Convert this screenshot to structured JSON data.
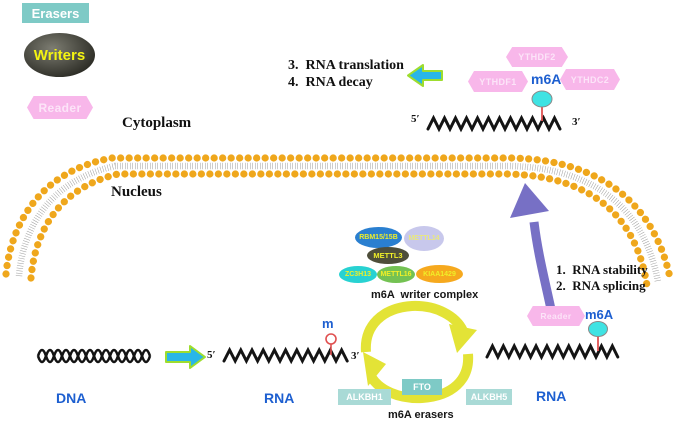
{
  "legend": {
    "erasers": "Erasers",
    "writers": "Writers",
    "reader": "Reader"
  },
  "compartments": {
    "cytoplasm": "Cytoplasm",
    "nucleus": "Nucleus"
  },
  "cytoplasm_section": {
    "readers": {
      "ythdf2": "YTHDF2",
      "ythdf1": "YTHDF1",
      "ythdc2": "YTHDC2"
    },
    "m6a_mark": "m6A",
    "rna": {
      "five_prime": "5′",
      "three_prime": "3′"
    },
    "processes": [
      "3.  RNA translation",
      "4.  RNA decay"
    ]
  },
  "nucleus_section": {
    "writer_complex": {
      "label": "m6A  writer complex",
      "members": {
        "rbm15_15b": "RBM15/15B",
        "mettl14": "METTL14",
        "mettl3": "METTL3",
        "zc3h13": "ZC3H13",
        "mettl16": "METTL16",
        "kiaa1429": "KIAA1429"
      }
    },
    "erasers": {
      "label": "m6A erasers",
      "fto": "FTO",
      "alkbh1": "ALKBH1",
      "alkbh5": "ALKBH5"
    },
    "dna_label": "DNA",
    "nascent_rna": {
      "five_prime": "5′",
      "three_prime": "3′",
      "methyl_mark": "m",
      "label": "RNA"
    },
    "reader_rna": {
      "reader": "Reader",
      "m6a_mark": "m6A",
      "label": "RNA"
    },
    "processes": [
      "1.  RNA stability",
      "2.  RNA splicing"
    ]
  },
  "colors": {
    "teal_box": "#7ecac6",
    "pink_hexagon": "#f8b7ea",
    "membrane_orange": "#efa71c",
    "cycle_yellow": "#e3e336",
    "arrow_blue": "#29b6e8",
    "arrow_green_border": "#9edd2e",
    "purple_arrow": "#7770c5",
    "methyl_red": "#e05050",
    "m6a_cyan": "#3fe3e3",
    "blue_label": "#1d5fd0",
    "writer_text_yellow": "#f0ef28"
  }
}
